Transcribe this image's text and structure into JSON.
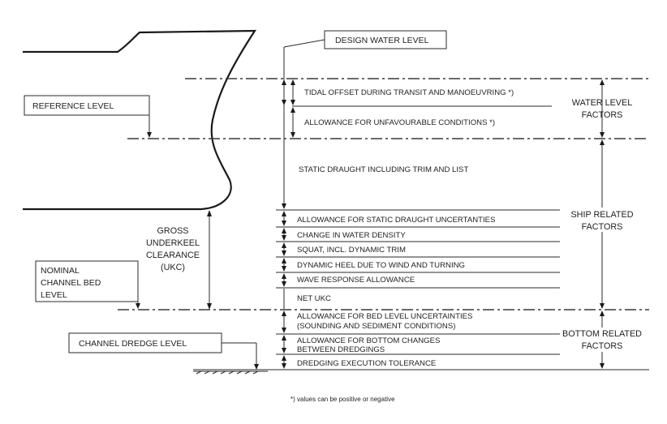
{
  "boxes": {
    "design_water_level": "DESIGN WATER LEVEL",
    "reference_level": "REFERENCE LEVEL",
    "nominal_channel_bed_level": [
      "NOMINAL",
      "CHANNEL BED",
      "LEVEL"
    ],
    "channel_dredge_level": "CHANNEL DREDGE LEVEL"
  },
  "ukc_label": [
    "GROSS",
    "UNDERKEEL",
    "CLEARANCE",
    "(UKC)"
  ],
  "components": {
    "tidal_offset": "TIDAL OFFSET DURING TRANSIT AND MANOEUVRING *)",
    "unfavourable": "ALLOWANCE FOR UNFAVOURABLE CONDITIONS *)",
    "static_draught": "STATIC DRAUGHT INCLUDING TRIM AND LIST",
    "draught_uncertainties": "ALLOWANCE FOR STATIC DRAUGHT UNCERTANTIES",
    "water_density": "CHANGE IN WATER DENSITY",
    "squat": "SQUAT, INCL. DYNAMIC TRIM",
    "dynamic_heel": "DYNAMIC HEEL DUE TO WIND AND TURNING",
    "wave_response": "WAVE RESPONSE ALLOWANCE",
    "net_ukc": "NET UKC",
    "bed_level": [
      "ALLOWANCE FOR BED LEVEL UNCERTAINTIES",
      "(SOUNDING AND SEDIMENT CONDITIONS)"
    ],
    "bottom_changes": [
      "ALLOWANCE FOR BOTTOM CHANGES",
      "BETWEEN DREDGINGS"
    ],
    "dredging_tolerance": "DREDGING EXECUTION TOLERANCE"
  },
  "factor_groups": {
    "water_level": [
      "WATER LEVEL",
      "FACTORS"
    ],
    "ship_related": [
      "SHIP RELATED",
      "FACTORS"
    ],
    "bottom_related": [
      "BOTTOM RELATED",
      "FACTORS"
    ]
  },
  "footnote": "*)  values can be positive or negative"
}
